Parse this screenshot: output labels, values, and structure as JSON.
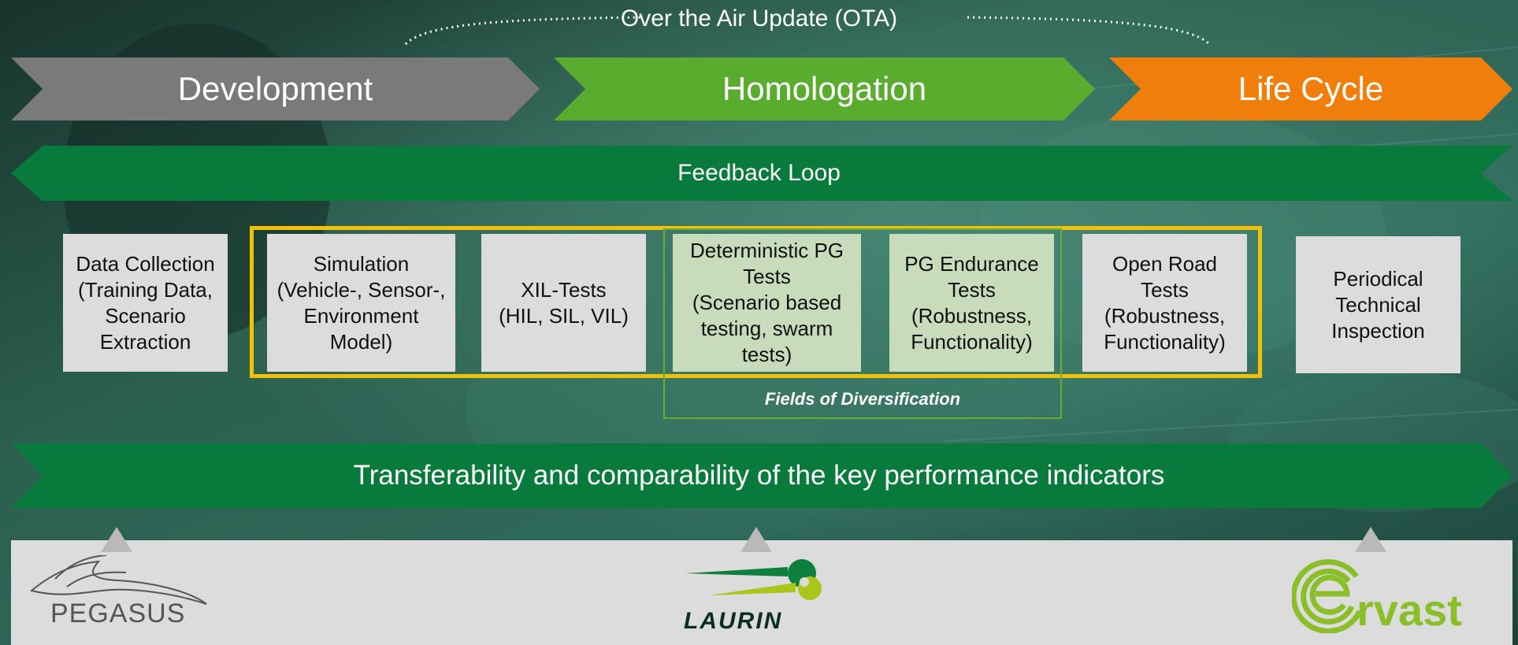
{
  "ota": {
    "label": "Over the Air Update (OTA)"
  },
  "phases": [
    {
      "label": "Development",
      "color": "#7a7a7a"
    },
    {
      "label": "Homologation",
      "color": "#5aac2e"
    },
    {
      "label": "Life Cycle",
      "color": "#ef7f0a"
    }
  ],
  "feedback": {
    "label": "Feedback Loop",
    "color": "#087a3b"
  },
  "boxes": [
    {
      "label": "Data Collection\n(Training Data,\nScenario\nExtraction"
    },
    {
      "label": "Simulation\n(Vehicle-, Sensor-,\nEnvironment\nModel)"
    },
    {
      "label": "XIL-Tests\n(HIL, SIL, VIL)"
    },
    {
      "label": "Deterministic PG\nTests\n(Scenario based\ntesting, swarm\ntests)"
    },
    {
      "label": "PG Endurance\nTests\n(Robustness,\nFunctionality)"
    },
    {
      "label": "Open Road\nTests\n(Robustness,\nFunctionality)"
    },
    {
      "label": "Periodical\nTechnical\nInspection"
    }
  ],
  "fields": {
    "label": "Fields of Diversification"
  },
  "kpi": {
    "label": "Transferability and comparability of the key performance indicators",
    "color": "#087a3b"
  },
  "logos": {
    "pegasus": "PEGASUS",
    "laurin": "LAURIN",
    "ervast": "rvast"
  },
  "colors": {
    "frame_yellow": "#f2c200",
    "frame_green": "#6bab2f"
  }
}
